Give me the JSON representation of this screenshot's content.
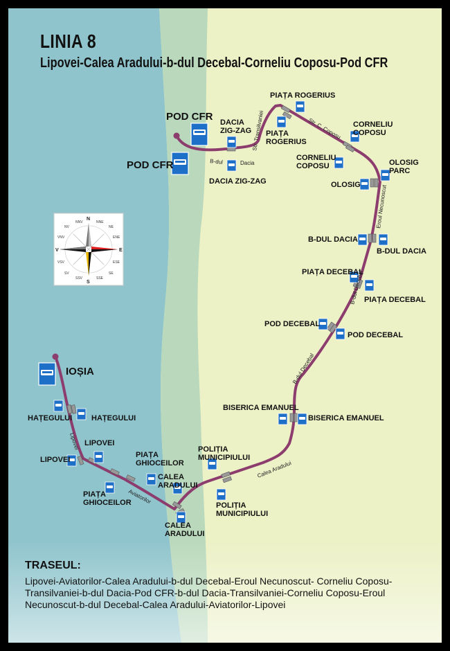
{
  "title": "LINIA 8",
  "subtitle": "Lipovei-Calea Aradului-b-dul Decebal-Corneliu Coposu-Pod CFR",
  "colors": {
    "background": "#ECF1C6",
    "river_outer": "#8FC4CC",
    "river_inner": "#BAD9BC",
    "route": "#8C3D6E",
    "stop_icon": "#1E6FC8"
  },
  "icons": {
    "bus_stop": "bus-stop-icon",
    "terminal": "bus-terminal-icon",
    "compass": "compass-rose-icon"
  },
  "terminals": {
    "north": "POD CFR",
    "south": "IOȘIA"
  },
  "stops": [
    {
      "id": "pod-cfr-a",
      "label": "POD CFR"
    },
    {
      "id": "dacia-zig-zag-a",
      "label": "DACIA\nZIG-ZAG"
    },
    {
      "id": "dacia-zig-zag-b",
      "label": "DACIA ZIG-ZAG"
    },
    {
      "id": "piata-rogerius-a",
      "label": "PIAȚA ROGERIUS"
    },
    {
      "id": "piata-rogerius-b",
      "label": "PIAȚA\nROGERIUS"
    },
    {
      "id": "corneliu-coposu-a",
      "label": "CORNELIU\nCOPOSU"
    },
    {
      "id": "corneliu-coposu-b",
      "label": "CORNELIU\nCOPOSU"
    },
    {
      "id": "olosig-parc",
      "label": "OLOSIG\nPARC"
    },
    {
      "id": "olosig",
      "label": "OLOSIG"
    },
    {
      "id": "bdul-dacia-a",
      "label": "B-DUL DACIA"
    },
    {
      "id": "bdul-dacia-b",
      "label": "B-DUL DACIA"
    },
    {
      "id": "piata-decebal-a",
      "label": "PIAȚA DECEBAL"
    },
    {
      "id": "piata-decebal-b",
      "label": "PIAȚA DECEBAL"
    },
    {
      "id": "pod-decebal-a",
      "label": "POD DECEBAL"
    },
    {
      "id": "pod-decebal-b",
      "label": "POD DECEBAL"
    },
    {
      "id": "biserica-emanuel-a",
      "label": "BISERICA EMANUEL"
    },
    {
      "id": "biserica-emanuel-b",
      "label": "BISERICA EMANUEL"
    },
    {
      "id": "politia-a",
      "label": "POLIȚIA\nMUNICIPIULUI"
    },
    {
      "id": "politia-b",
      "label": "POLIȚIA\nMUNICIPIULUI"
    },
    {
      "id": "calea-aradului-a",
      "label": "CALEA\nARADULUI"
    },
    {
      "id": "calea-aradului-b",
      "label": "CALEA\nARADULUI"
    },
    {
      "id": "piata-ghioceilor-a",
      "label": "PIAȚA\nGHIOCEILOR"
    },
    {
      "id": "piata-ghioceilor-b",
      "label": "PIAȚA\nGHIOCEILOR"
    },
    {
      "id": "lipovei-a",
      "label": "LIPOVEI"
    },
    {
      "id": "lipovei-b",
      "label": "LIPOVEI"
    },
    {
      "id": "hategului-a",
      "label": "HAȚEGULUI"
    },
    {
      "id": "hategului-b",
      "label": "HAȚEGULUI"
    }
  ],
  "streets": [
    {
      "id": "bdul-1",
      "label": "B-dul"
    },
    {
      "id": "dacia",
      "label": "Dacia"
    },
    {
      "id": "transilvaniei",
      "label": "Str. Transilvaniei"
    },
    {
      "id": "coposu",
      "label": "Str. C. Coposu"
    },
    {
      "id": "erou",
      "label": "Eroul Necunoscut"
    },
    {
      "id": "decebal-1",
      "label": "B-dul Decebal"
    },
    {
      "id": "decebal-2",
      "label": "B-dul Decebal"
    },
    {
      "id": "calea-aradului",
      "label": "Calea Aradului"
    },
    {
      "id": "aviatorilor",
      "label": "Aviatorilor"
    },
    {
      "id": "lipovei",
      "label": "Lipovei"
    }
  ],
  "compass": {
    "n": "N",
    "s": "S",
    "e": "E",
    "v": "V",
    "minor": [
      "NNV",
      "NV",
      "NNE",
      "NE",
      "VNV",
      "ENE",
      "VSV",
      "ESE",
      "SV",
      "SE",
      "SSV",
      "SSE"
    ]
  },
  "route_heading": "TRASEUL:",
  "route_text": "Lipovei-Aviatorilor-Calea Aradului-b-dul Decebal-Eroul Necunoscut- Corneliu Coposu-Transilvaniei-b-dul Dacia-Pod CFR-b-dul Dacia-Transilvaniei-Corneliu Coposu-Eroul Necunoscut-b-dul Decebal-Calea Aradului-Aviatorilor-Lipovei"
}
